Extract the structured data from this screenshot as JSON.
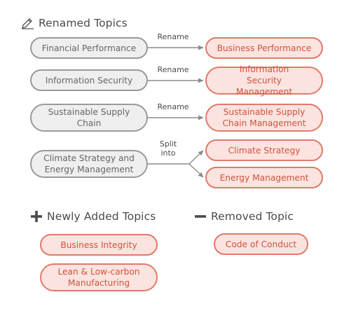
{
  "renamed": {
    "title": "Renamed Topics",
    "icon": "pencil-edit-icon",
    "items": [
      {
        "from": "Financial Performance",
        "label": "Rename",
        "to": "Business Performance"
      },
      {
        "from": "Information Security",
        "label": "Rename",
        "to": "Information Security Management"
      },
      {
        "from": "Sustainable Supply Chain",
        "label": "Rename",
        "to": "Sustainable Supply Chain Management"
      }
    ],
    "split": {
      "from": "Climate Strategy and Energy Management",
      "label": "Split into",
      "to": [
        "Climate Strategy",
        "Energy Management"
      ]
    }
  },
  "added": {
    "title": "Newly Added Topics",
    "icon": "plus-icon",
    "items": [
      "Business Integrity",
      "Lean & Low-carbon Manufacturing"
    ]
  },
  "removed": {
    "title": "Removed Topic",
    "icon": "minus-icon",
    "items": [
      "Code of Conduct"
    ]
  },
  "colors": {
    "old_fill": "#efefef",
    "old_border": "#9a9a9a",
    "new_fill": "#fbe3df",
    "new_border": "#e07a6a",
    "new_text": "#d0533f",
    "arrow": "#8c8c8c"
  }
}
